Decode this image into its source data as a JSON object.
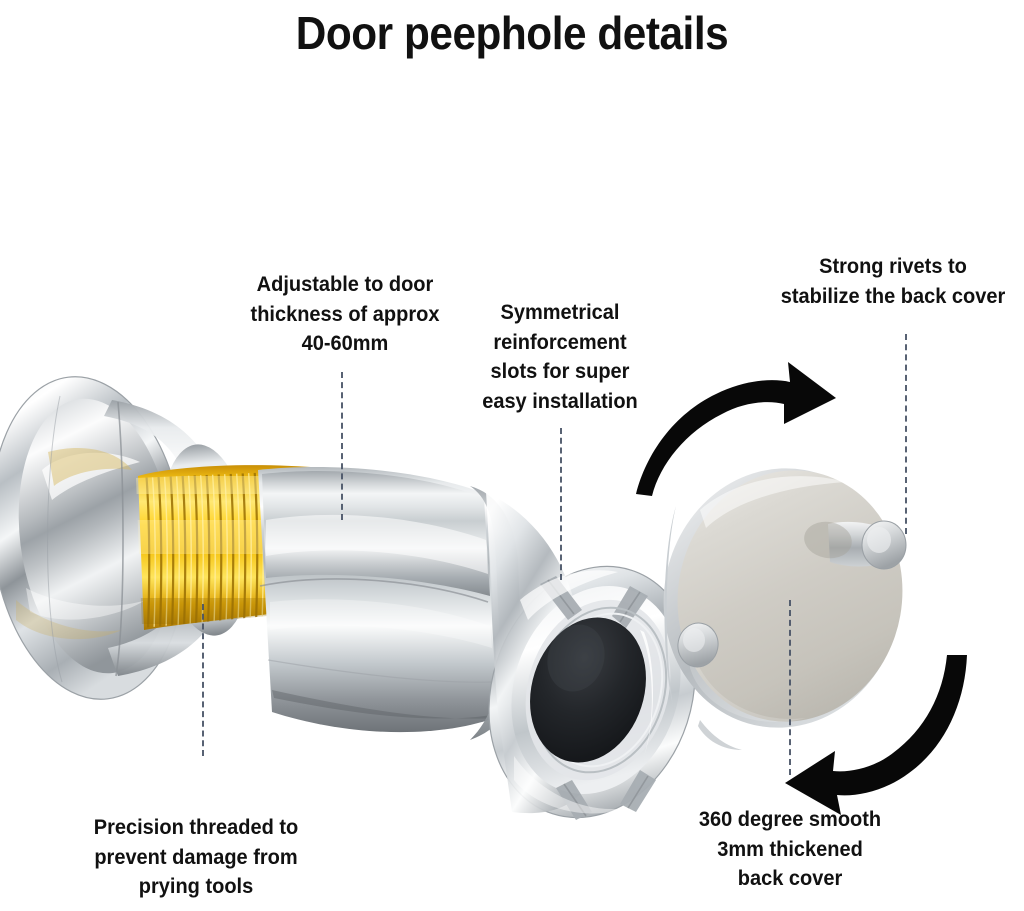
{
  "header": {
    "title": "Door peephole details"
  },
  "callouts": [
    {
      "id": "thickness",
      "lines": [
        "Adjustable to door",
        "thickness of approx",
        "40-60mm"
      ],
      "full_text": "Adjustable to door thickness of approx 40-60mm",
      "target": "gold-threaded-barrel"
    },
    {
      "id": "slots",
      "lines": [
        "Symmetrical",
        "reinforcement",
        "slots for super",
        "easy installation"
      ],
      "full_text": "Symmetrical reinforcement slots for super easy installation",
      "target": "reinforcement-slot-ring"
    },
    {
      "id": "rivets",
      "lines": [
        "Strong rivets to",
        "stabilize the back cover"
      ],
      "full_text": "Strong rivets to stabilize the back cover",
      "target": "back-cover-rivet"
    },
    {
      "id": "threaded",
      "lines": [
        "Precision threaded to",
        "prevent damage from",
        "prying tools"
      ],
      "full_text": "Precision threaded to prevent damage from prying tools",
      "target": "gold-threaded-barrel"
    },
    {
      "id": "backcover",
      "lines": [
        "360 degree smooth",
        "3mm thickened",
        "back cover"
      ],
      "full_text": "360 degree smooth 3mm thickened back cover",
      "target": "back-cover-disc"
    }
  ],
  "product": {
    "name": "door-peephole-viewer",
    "parts": [
      {
        "name": "outer-flange",
        "finish": "polished-chrome"
      },
      {
        "name": "gold-threaded-barrel",
        "finish": "brass-gold"
      },
      {
        "name": "chrome-barrel",
        "finish": "polished-chrome"
      },
      {
        "name": "reinforcement-slot-ring",
        "finish": "polished-chrome",
        "slot_count": 4
      },
      {
        "name": "lens",
        "finish": "black-glass"
      },
      {
        "name": "back-cover-disc",
        "finish": "brushed-steel"
      },
      {
        "name": "back-cover-rivet",
        "finish": "steel",
        "count": 2
      }
    ]
  },
  "arrows": [
    {
      "name": "rotation-arrow-top",
      "direction": "right"
    },
    {
      "name": "rotation-arrow-bottom",
      "direction": "left"
    }
  ],
  "colors": {
    "background": "#ffffff",
    "text": "#111111",
    "leader_line": "#4a5568",
    "arrow": "#080808",
    "gold_light": "#ffe066",
    "gold": "#f2c10a",
    "gold_dark": "#b8860b",
    "chrome_light": "#fdfdfd",
    "chrome": "#c9cdd1",
    "chrome_dark": "#7d8288",
    "lens_black": "#1b1d21",
    "cover_grey": "#cdcac2"
  }
}
